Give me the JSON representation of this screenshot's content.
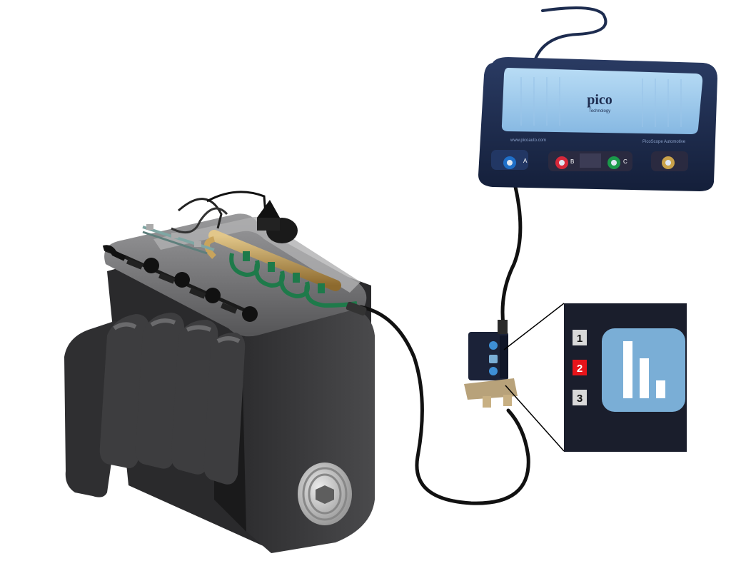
{
  "scope": {
    "brand": "pico",
    "brand_sub": "Technology",
    "website": "www.picoauto.com",
    "model": "PicoScope Automotive",
    "channels": [
      {
        "label": "A",
        "color": "#1f6fc8"
      },
      {
        "label": "B",
        "color": "#d6283a"
      },
      {
        "label": "C",
        "color": "#1a9a4a"
      },
      {
        "label": "",
        "color": "#c9a24a"
      }
    ]
  },
  "sensor_zoom": {
    "modes": [
      {
        "label": "1",
        "active": false
      },
      {
        "label": "2",
        "active": true
      },
      {
        "label": "3",
        "active": false
      }
    ],
    "active_color": "#e8141a",
    "icon": "bar-chart-icon",
    "icon_bg": "#7aaed6"
  },
  "colors": {
    "engine": "#3a3a3c",
    "scope_body": "#1d2c4f",
    "scope_top": "#9dc8ec",
    "cable": "#111111",
    "rail": "#b8924d",
    "injector_line": "#1e7a4a"
  }
}
